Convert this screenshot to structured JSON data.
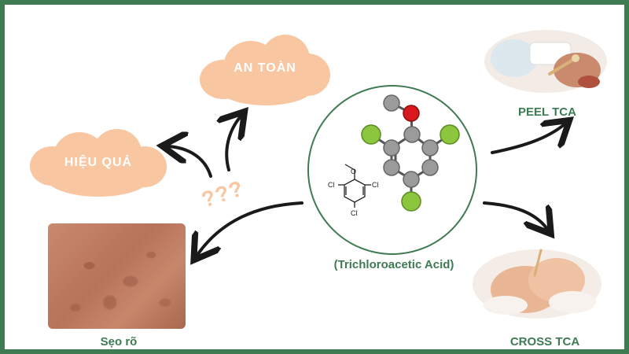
{
  "clouds": {
    "an_toan": "AN TOÀN",
    "hieu_qua": "HIỆU QUẢ"
  },
  "captions": {
    "peel": "PEEL TCA",
    "cross": "CROSS TCA",
    "scar": "Sẹo rõ",
    "acid": "(Trichloroacetic Acid)"
  },
  "question_marks": "???",
  "molecule": {
    "substituent_labels": [
      "Cl",
      "Cl",
      "Cl"
    ]
  },
  "colors": {
    "frame": "#3e7a52",
    "cloud": "#f8c7a2",
    "chlorine": "#8cc63f",
    "oxygen": "#d7191c",
    "carbon": "#9b9b9b"
  }
}
